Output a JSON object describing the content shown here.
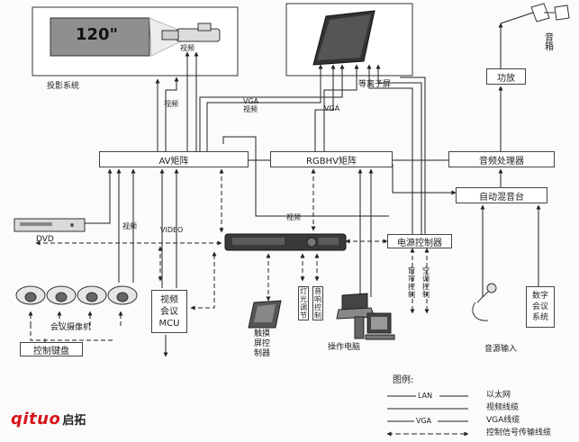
{
  "projection": {
    "screen_text": "120\"",
    "system_label": "投影系统",
    "cam_label": "视频"
  },
  "plasma": {
    "label": "等离子屏"
  },
  "audio_out": {
    "amp": "功放",
    "speaker": "音\n箱",
    "processor": "音频处理器",
    "mixer": "自动混音台",
    "input_label": "音源输入",
    "digital_conf": "数字\n会议\n系统"
  },
  "matrices": {
    "av": "AV矩阵",
    "rgbhv": "RGBHV矩阵"
  },
  "cables": {
    "video_1": "视频",
    "video_2": "视频",
    "vga_1": "VGA",
    "vga_2": "VGA",
    "video_3": "视频",
    "video_4": "视频",
    "video_5": "VIDEO"
  },
  "devices": {
    "dvd": "DVD",
    "power_ctrl": "电源控制器",
    "curtain_ctrl": "窗\n帘\n控\n制",
    "ac_ctrl": "空\n调\n控\n制",
    "light_ctrl": "灯\n光\n调\n节",
    "sound_ctrl": "音\n响\n控\n制",
    "touch_panel": "触摸\n屏控\n制器",
    "pc": "操作电脑",
    "mcu": [
      "视频",
      "会议",
      "MCU"
    ],
    "cameras": "会议摄像机",
    "keyboard": "控制键盘"
  },
  "legend": {
    "title": "图例:",
    "items": [
      {
        "sample": "LAN",
        "name": "以太网"
      },
      {
        "sample": "",
        "name": "视频线缆"
      },
      {
        "sample": "VGA",
        "name": "VGA线缆"
      },
      {
        "sample": "",
        "name": "控制信号传输线缆"
      }
    ]
  },
  "logo": {
    "word": "qituo",
    "cn": "启拓"
  }
}
